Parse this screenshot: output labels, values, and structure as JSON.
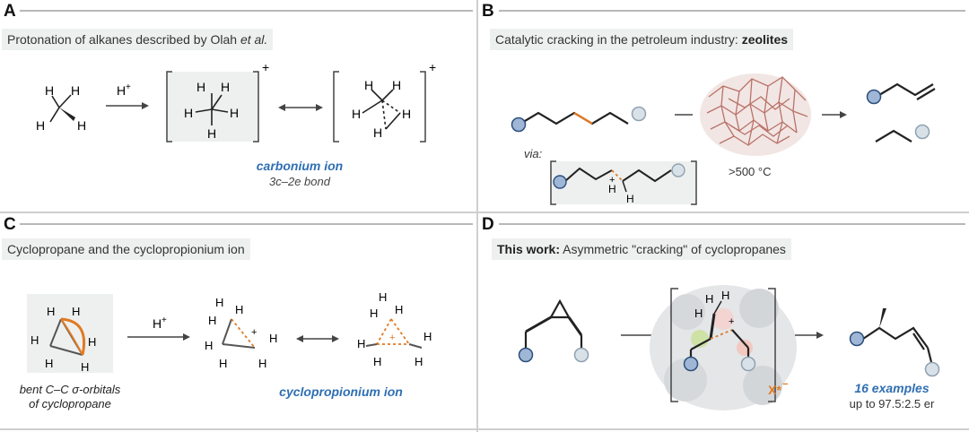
{
  "panels": {
    "A": {
      "letter": "A",
      "caption_text": "Protonation of alkanes described by Olah ",
      "caption_italic": "et al.",
      "reagent": "H",
      "reagent_sup": "+",
      "charge": "+",
      "label_main": "carbonium ion",
      "label_sub": "3c–2e bond",
      "atom": "H"
    },
    "B": {
      "letter": "B",
      "caption_text": "Catalytic cracking in the petroleum industry: ",
      "caption_bold": "zeolites",
      "via": "via:",
      "temperature": ">500 °C",
      "charge": "+",
      "atom": "H"
    },
    "C": {
      "letter": "C",
      "caption_text": "Cyclopropane and the cyclopropionium ion",
      "reagent": "H",
      "reagent_sup": "+",
      "label_left_1": "bent C–C σ-orbitals",
      "label_left_2": "of cyclopropane",
      "label_main": "cyclopropionium ion",
      "charge": "+",
      "atom": "H"
    },
    "D": {
      "letter": "D",
      "caption_bold": "This work:",
      "caption_text": " Asymmetric \"cracking\" of cyclopropanes",
      "counterion": "X*",
      "counterion_sup": "−",
      "charge": "+",
      "label_main": "16 examples",
      "label_sub": "up to 97.5:2.5 er",
      "atom": "H"
    }
  },
  "colors": {
    "accent_blue": "#2f6fb3",
    "accent_orange": "#e07a22",
    "ball_dark": "#9fb6d6",
    "ball_light": "#d9e1e8",
    "zeolite": "#b5655b"
  }
}
